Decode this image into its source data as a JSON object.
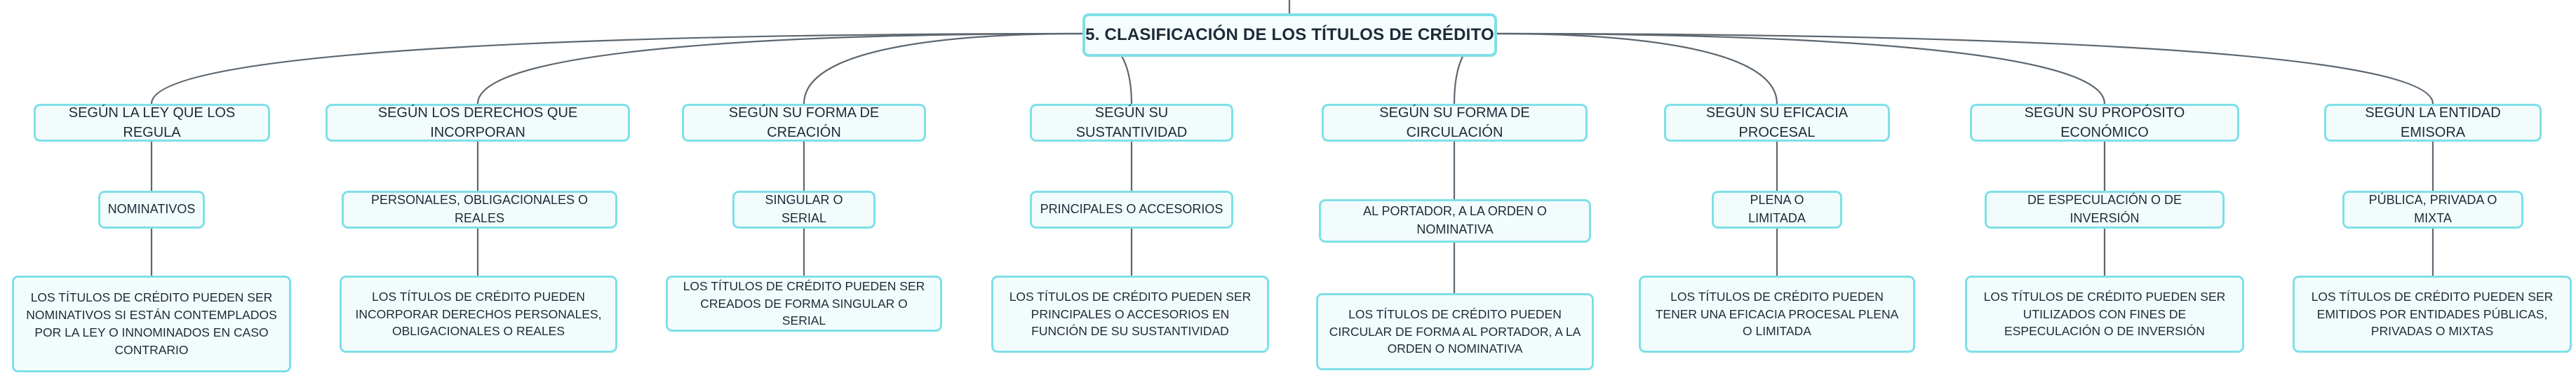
{
  "root": {
    "title": "5. CLASIFICACIÓN DE LOS TÍTULOS DE CRÉDITO"
  },
  "branches": [
    {
      "category": "SEGÚN LA LEY QUE LOS REGULA",
      "type": "NOMINATIVOS",
      "description": "LOS TÍTULOS DE CRÉDITO PUEDEN SER NOMINATIVOS SI ESTÁN CONTEMPLADOS POR LA LEY O INNOMINADOS EN CASO CONTRARIO"
    },
    {
      "category": "SEGÚN LOS DERECHOS QUE INCORPORAN",
      "type": "PERSONALES, OBLIGACIONALES O REALES",
      "description": "LOS TÍTULOS DE CRÉDITO PUEDEN INCORPORAR DERECHOS PERSONALES, OBLIGACIONALES O REALES"
    },
    {
      "category": "SEGÚN SU FORMA DE CREACIÓN",
      "type": "SINGULAR O SERIAL",
      "description": "LOS TÍTULOS DE CRÉDITO PUEDEN SER CREADOS DE FORMA SINGULAR O SERIAL"
    },
    {
      "category": "SEGÚN SU SUSTANTIVIDAD",
      "type": "PRINCIPALES O ACCESORIOS",
      "description": "LOS TÍTULOS DE CRÉDITO PUEDEN SER PRINCIPALES O ACCESORIOS EN FUNCIÓN DE SU SUSTANTIVIDAD"
    },
    {
      "category": "SEGÚN SU FORMA DE CIRCULACIÓN",
      "type": "AL PORTADOR, A LA ORDEN O NOMINATIVA",
      "description": "LOS TÍTULOS DE CRÉDITO PUEDEN CIRCULAR DE FORMA AL PORTADOR, A LA ORDEN O NOMINATIVA"
    },
    {
      "category": "SEGÚN SU EFICACIA PROCESAL",
      "type": "PLENA O LIMITADA",
      "description": "LOS TÍTULOS DE CRÉDITO PUEDEN TENER UNA EFICACIA PROCESAL PLENA O LIMITADA"
    },
    {
      "category": "SEGÚN SU PROPÓSITO ECONÓMICO",
      "type": "DE ESPECULACIÓN O DE INVERSIÓN",
      "description": "LOS TÍTULOS DE CRÉDITO PUEDEN SER UTILIZADOS CON FINES DE ESPECULACIÓN O DE INVERSIÓN"
    },
    {
      "category": "SEGÚN LA ENTIDAD EMISORA",
      "type": "PÚBLICA, PRIVADA O MIXTA",
      "description": "LOS TÍTULOS DE CRÉDITO PUEDEN SER EMITIDOS POR ENTIDADES PÚBLICAS, PRIVADAS O MIXTAS"
    }
  ]
}
